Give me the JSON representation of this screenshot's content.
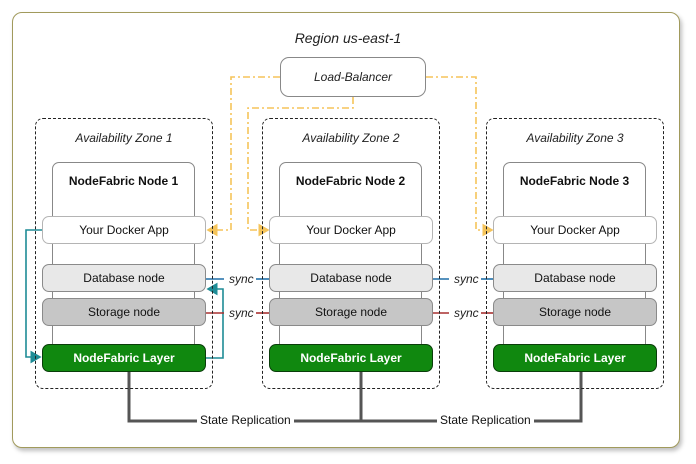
{
  "region": {
    "title": "Region us-east-1"
  },
  "load_balancer": {
    "label": "Load-Balancer"
  },
  "zones": [
    {
      "label": "Availability Zone 1",
      "node_title": "NodeFabric Node 1"
    },
    {
      "label": "Availability Zone 2",
      "node_title": "NodeFabric Node 2"
    },
    {
      "label": "Availability Zone 3",
      "node_title": "NodeFabric Node 3"
    }
  ],
  "components": {
    "app": "Your Docker App",
    "db": "Database node",
    "storage": "Storage node",
    "layer": "NodeFabric Layer"
  },
  "sync_label": "sync",
  "replication_label": "State Replication",
  "colors": {
    "lb_line": "#f5c45a",
    "sync_db": "#1f6fa8",
    "sync_storage": "#a83030",
    "teal": "#1e8c96",
    "layer_green": "#10880f",
    "replication": "#555555"
  }
}
